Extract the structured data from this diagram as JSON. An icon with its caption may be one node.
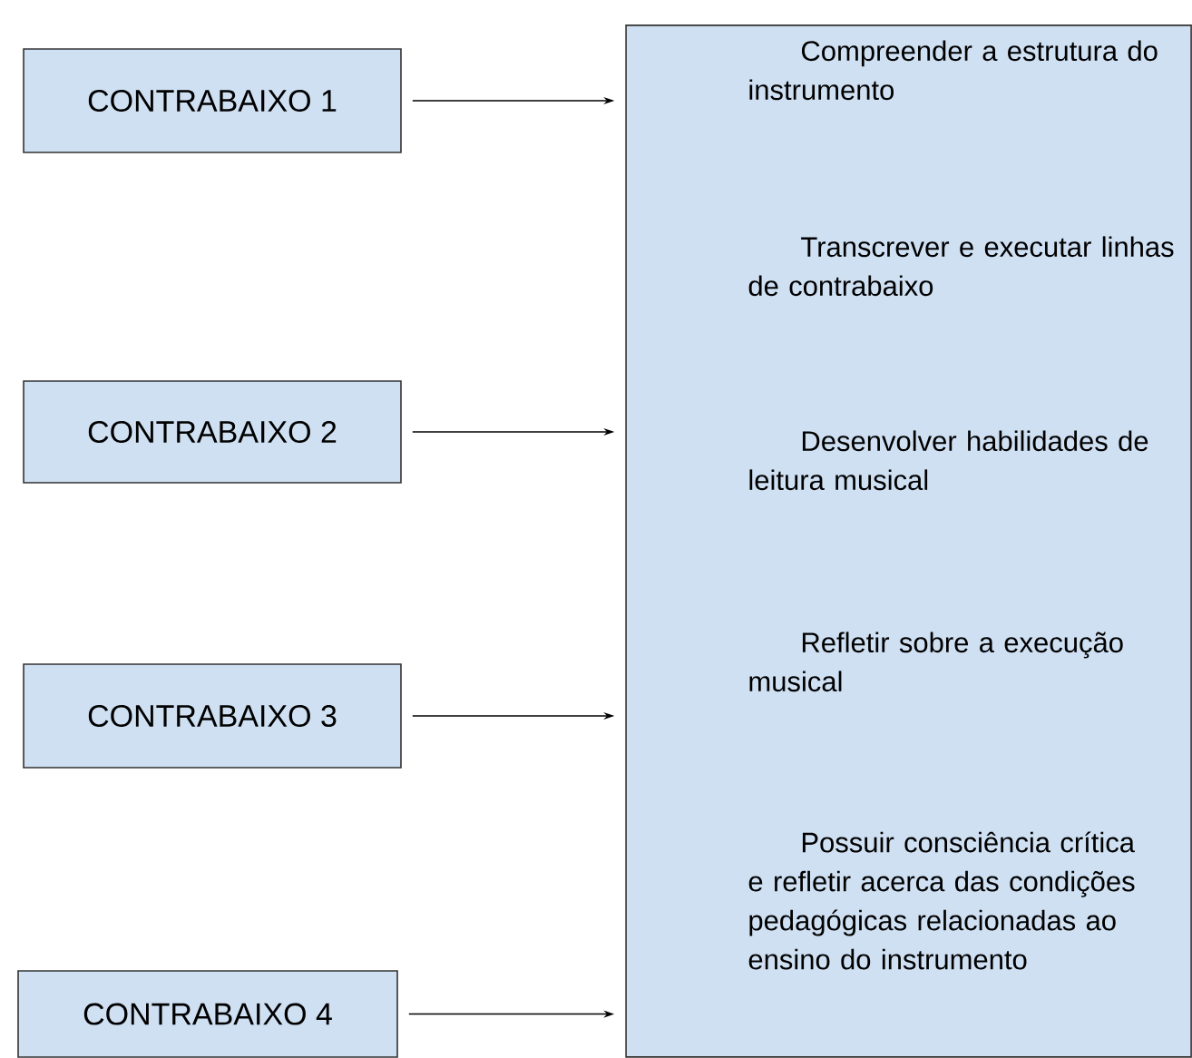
{
  "diagram": {
    "nodes": [
      {
        "text": [
          "CONTRABAIXO 1"
        ]
      },
      {
        "text": [
          "CONTRABAIXO 2"
        ]
      },
      {
        "text": [
          "CONTRABAIXO 3"
        ]
      },
      {
        "text": [
          "CONTRABAIXO 4"
        ]
      },
      {
        "text": [
          "Compreender a estrutura do instrumento",
          "Transcrever e executar linhas de contrabaixo",
          "Desenvolver habilidades de leitura musical",
          "Refletir sobre a execução musical",
          "Possuir consciência crítica e refletir acerca das condições pedagógicas relacionadas ao ensino do instrumento"
        ]
      }
    ],
    "edges": [
      {
        "from": 0,
        "to": 4,
        "arrow": "to"
      },
      {
        "from": 1,
        "to": 4,
        "arrow": "to"
      },
      {
        "from": 2,
        "to": 4,
        "arrow": "to"
      },
      {
        "from": 3,
        "to": 4,
        "arrow": "to"
      }
    ]
  }
}
